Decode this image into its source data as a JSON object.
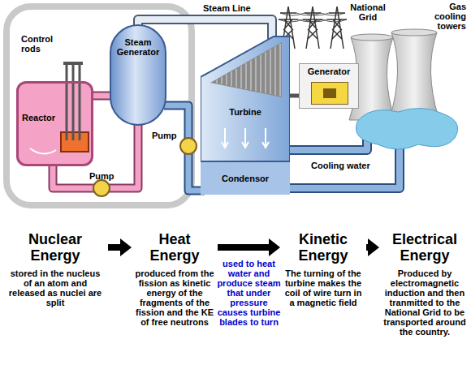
{
  "diagram": {
    "nodes": [
      {
        "text": [
          "Reactor"
        ]
      },
      {
        "text": [
          "Steam Generator"
        ]
      },
      {
        "text": [
          "Pump"
        ]
      },
      {
        "text": [
          "Turbine"
        ]
      },
      {
        "text": [
          "Condensor"
        ],
        "in": 3
      },
      {
        "text": [
          "Generator"
        ]
      },
      {
        "text": [
          "Pump"
        ]
      },
      {
        "text": [
          "Nuclear Energy",
          "stored in the nucleus of an atom and released as nuclei are split"
        ]
      },
      {
        "text": [
          "Heat Energy",
          "produced from the fission as kinetic energy of the fragments of the fission and the KE of free neutrons"
        ]
      },
      {
        "text": [
          "Kinetic Energy",
          "The turning of the turbine makes the coil of wire turn in a magnetic field"
        ]
      },
      {
        "text": [
          "Electrical Energy",
          "Produced by electromagnetic induction and then tranmitted to the National Grid to be transported around the country."
        ]
      }
    ],
    "edges": [
      {
        "from": 7,
        "to": 8,
        "arrow": "to"
      },
      {
        "from": 8,
        "to": 9,
        "arrow": "to",
        "label": "used to heat water and produce steam that under pressure causes turbine blades to turn"
      },
      {
        "from": 9,
        "to": 10,
        "arrow": "to"
      }
    ],
    "labels": [
      "Steam Line",
      "National Grid",
      "Gas cooling towers",
      "Control rods",
      "Cooling water"
    ]
  }
}
